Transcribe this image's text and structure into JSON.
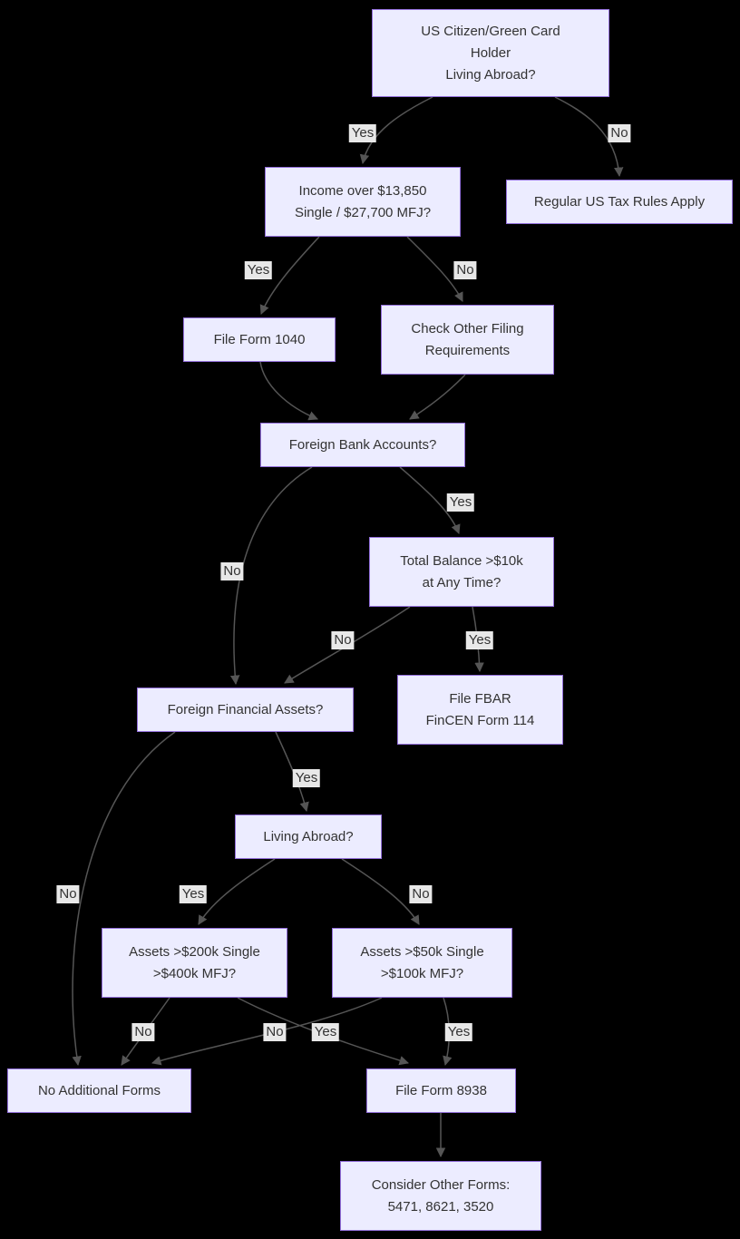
{
  "diagram": {
    "type": "flowchart",
    "topic": "US Expat Tax Filing Decision Flowchart",
    "colors": {
      "background": "#000000",
      "node_fill": "#ECECFF",
      "node_border": "#9370DB",
      "node_text": "#333333",
      "edge_line": "#555555",
      "edge_label_bg": "#e8e8e8",
      "edge_label_text": "#333333"
    },
    "nodes": {
      "start": {
        "label": "US Citizen/Green Card\nHolder\nLiving Abroad?"
      },
      "income": {
        "label": "Income over $13,850\nSingle / $27,700 MFJ?"
      },
      "regular": {
        "label": "Regular US Tax Rules Apply"
      },
      "form1040": {
        "label": "File Form 1040"
      },
      "check": {
        "label": "Check Other Filing\nRequirements"
      },
      "fba": {
        "label": "Foreign Bank Accounts?"
      },
      "balance": {
        "label": "Total Balance >$10k\nat Any Time?"
      },
      "fbar": {
        "label": "File FBAR\nFinCEN Form 114"
      },
      "ffa": {
        "label": "Foreign Financial Assets?"
      },
      "living": {
        "label": "Living Abroad?"
      },
      "assets200k": {
        "label": "Assets >$200k Single\n>$400k MFJ?"
      },
      "assets50k": {
        "label": "Assets >$50k Single\n>$100k MFJ?"
      },
      "noforms": {
        "label": "No Additional Forms"
      },
      "form8938": {
        "label": "File Form 8938"
      },
      "consider": {
        "label": "Consider Other Forms:\n5471, 8621, 3520"
      }
    },
    "edges": [
      {
        "from": "start",
        "to": "income",
        "label": "Yes"
      },
      {
        "from": "start",
        "to": "regular",
        "label": "No"
      },
      {
        "from": "income",
        "to": "form1040",
        "label": "Yes"
      },
      {
        "from": "income",
        "to": "check",
        "label": "No"
      },
      {
        "from": "form1040",
        "to": "fba",
        "label": ""
      },
      {
        "from": "check",
        "to": "fba",
        "label": ""
      },
      {
        "from": "fba",
        "to": "balance",
        "label": "Yes"
      },
      {
        "from": "fba",
        "to": "ffa",
        "label": "No"
      },
      {
        "from": "balance",
        "to": "ffa",
        "label": "No"
      },
      {
        "from": "balance",
        "to": "fbar",
        "label": "Yes"
      },
      {
        "from": "ffa",
        "to": "living",
        "label": "Yes"
      },
      {
        "from": "ffa",
        "to": "noforms",
        "label": "No"
      },
      {
        "from": "living",
        "to": "assets200k",
        "label": "Yes"
      },
      {
        "from": "living",
        "to": "assets50k",
        "label": "No"
      },
      {
        "from": "assets200k",
        "to": "noforms",
        "label": "No"
      },
      {
        "from": "assets200k",
        "to": "form8938",
        "label": "Yes"
      },
      {
        "from": "assets50k",
        "to": "noforms",
        "label": "No"
      },
      {
        "from": "assets50k",
        "to": "form8938",
        "label": "Yes"
      }
    ]
  }
}
